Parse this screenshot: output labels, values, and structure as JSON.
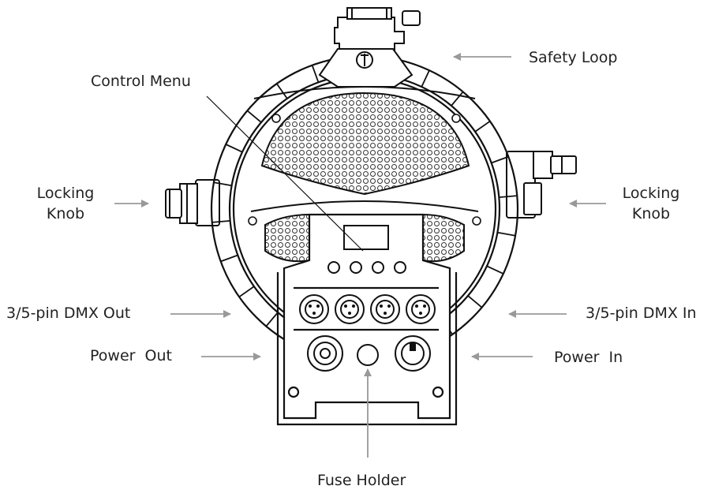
{
  "labels": {
    "safety_loop": "Safety Loop",
    "control_menu": "Control Menu",
    "locking_knob_left": "Locking\nKnob",
    "locking_knob_right": "Locking\nKnob",
    "dmx_out": "3/5-pin DMX Out",
    "dmx_in": "3/5-pin DMX In",
    "power_out": "Power  Out",
    "power_in": "Power  In",
    "fuse_holder": "Fuse Holder"
  },
  "colors": {
    "line": "#111111",
    "arrow": "#999999",
    "text": "#222222"
  }
}
